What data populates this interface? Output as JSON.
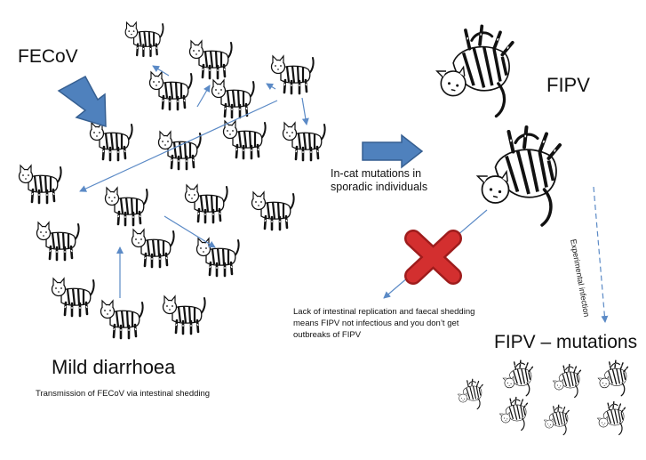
{
  "labels": {
    "fecov": "FECoV",
    "fipv": "FIPV",
    "mutations_in_cat": "In-cat mutations in sporadic individuals",
    "fipv_mutations": "FIPV – mutations",
    "mild_diarrhoea": "Mild diarrhoea",
    "transmission": "Transmission of FECoV via intestinal shedding",
    "lack_of_replication": "Lack of intestinal replication and faecal shedding means FIPV not infectious and you don’t get outbreaks of FIPV",
    "experimental_infection": "Experimental infection"
  },
  "icons": {
    "cat": "walking-tabby-cat-icon",
    "rolling_cat": "rolling-tabby-cat-icon",
    "cross": "red-x-icon",
    "block_arrow": "blue-block-arrow-icon"
  },
  "colors": {
    "arrow_fill": "#4f81bd",
    "arrow_stroke": "#365f91",
    "thin_arrow": "#5b8ac6",
    "cross_red": "#d32f2f",
    "cross_dark": "#9e1c1c"
  }
}
